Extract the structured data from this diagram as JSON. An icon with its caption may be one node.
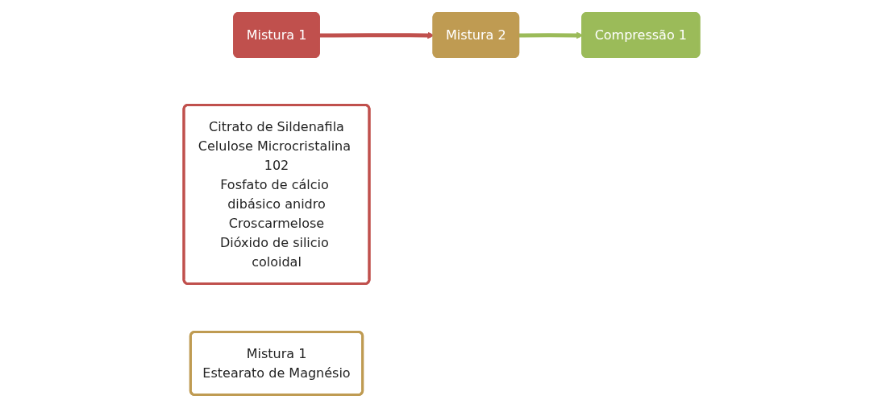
{
  "diagram": {
    "nodes": [
      {
        "text": [
          "Mistura 1"
        ]
      },
      {
        "text": [
          "Citrato de Sildenafila",
          "Celulose Microcristalina 102",
          "Fosfato de cálcio dibásico anidro",
          "Croscarmelose",
          "Dióxido de silicio coloidal"
        ]
      },
      {
        "text": [
          "Mistura 2"
        ]
      },
      {
        "text": [
          "Mistura 1",
          "Estearato de Magnésio"
        ]
      },
      {
        "text": [
          "Compressão 1"
        ]
      }
    ],
    "edges": [
      {
        "from": 0,
        "to": 2,
        "arrow": "to",
        "color": "#c0504d"
      },
      {
        "from": 2,
        "to": 4,
        "arrow": "to",
        "color": "#9bbb59"
      }
    ]
  }
}
